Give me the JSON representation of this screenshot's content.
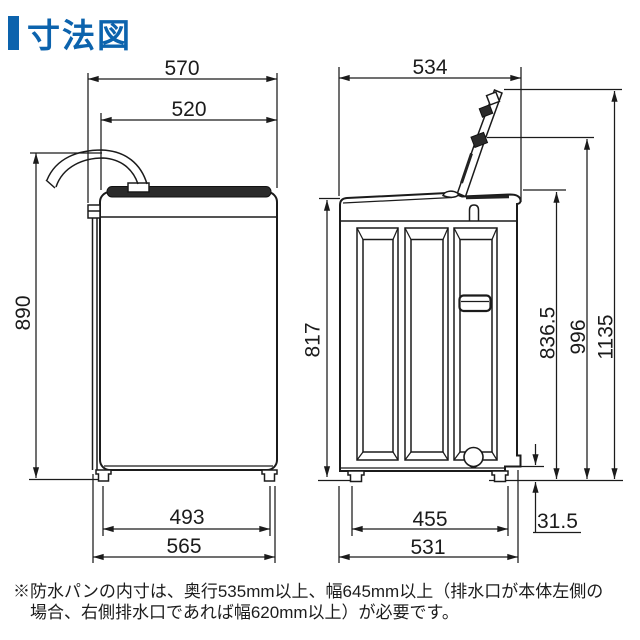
{
  "header": {
    "title": "寸法図",
    "accent_color": "#0c63ad"
  },
  "front_view": {
    "description": "washing machine front elevation with water hose",
    "dims": {
      "overall_width": "570",
      "body_width": "520",
      "height": "890",
      "feet_span": "493",
      "base_width": "565"
    }
  },
  "side_view": {
    "description": "washing machine side elevation with lid open",
    "dims": {
      "depth": "534",
      "body_height": "817",
      "lid_rear_height": "836.5",
      "lid_mid_height": "996",
      "lid_open_total_height": "1135",
      "feet_span": "455",
      "base_depth": "531",
      "drain_clearance": "31.5"
    }
  },
  "footnote": {
    "line1": "※防水パンの内寸は、奥行535mm以上、幅645mm以上（排水口が本体左側の",
    "line2": "場合、右側排水口であれば幅620mm以上）が必要です。"
  }
}
